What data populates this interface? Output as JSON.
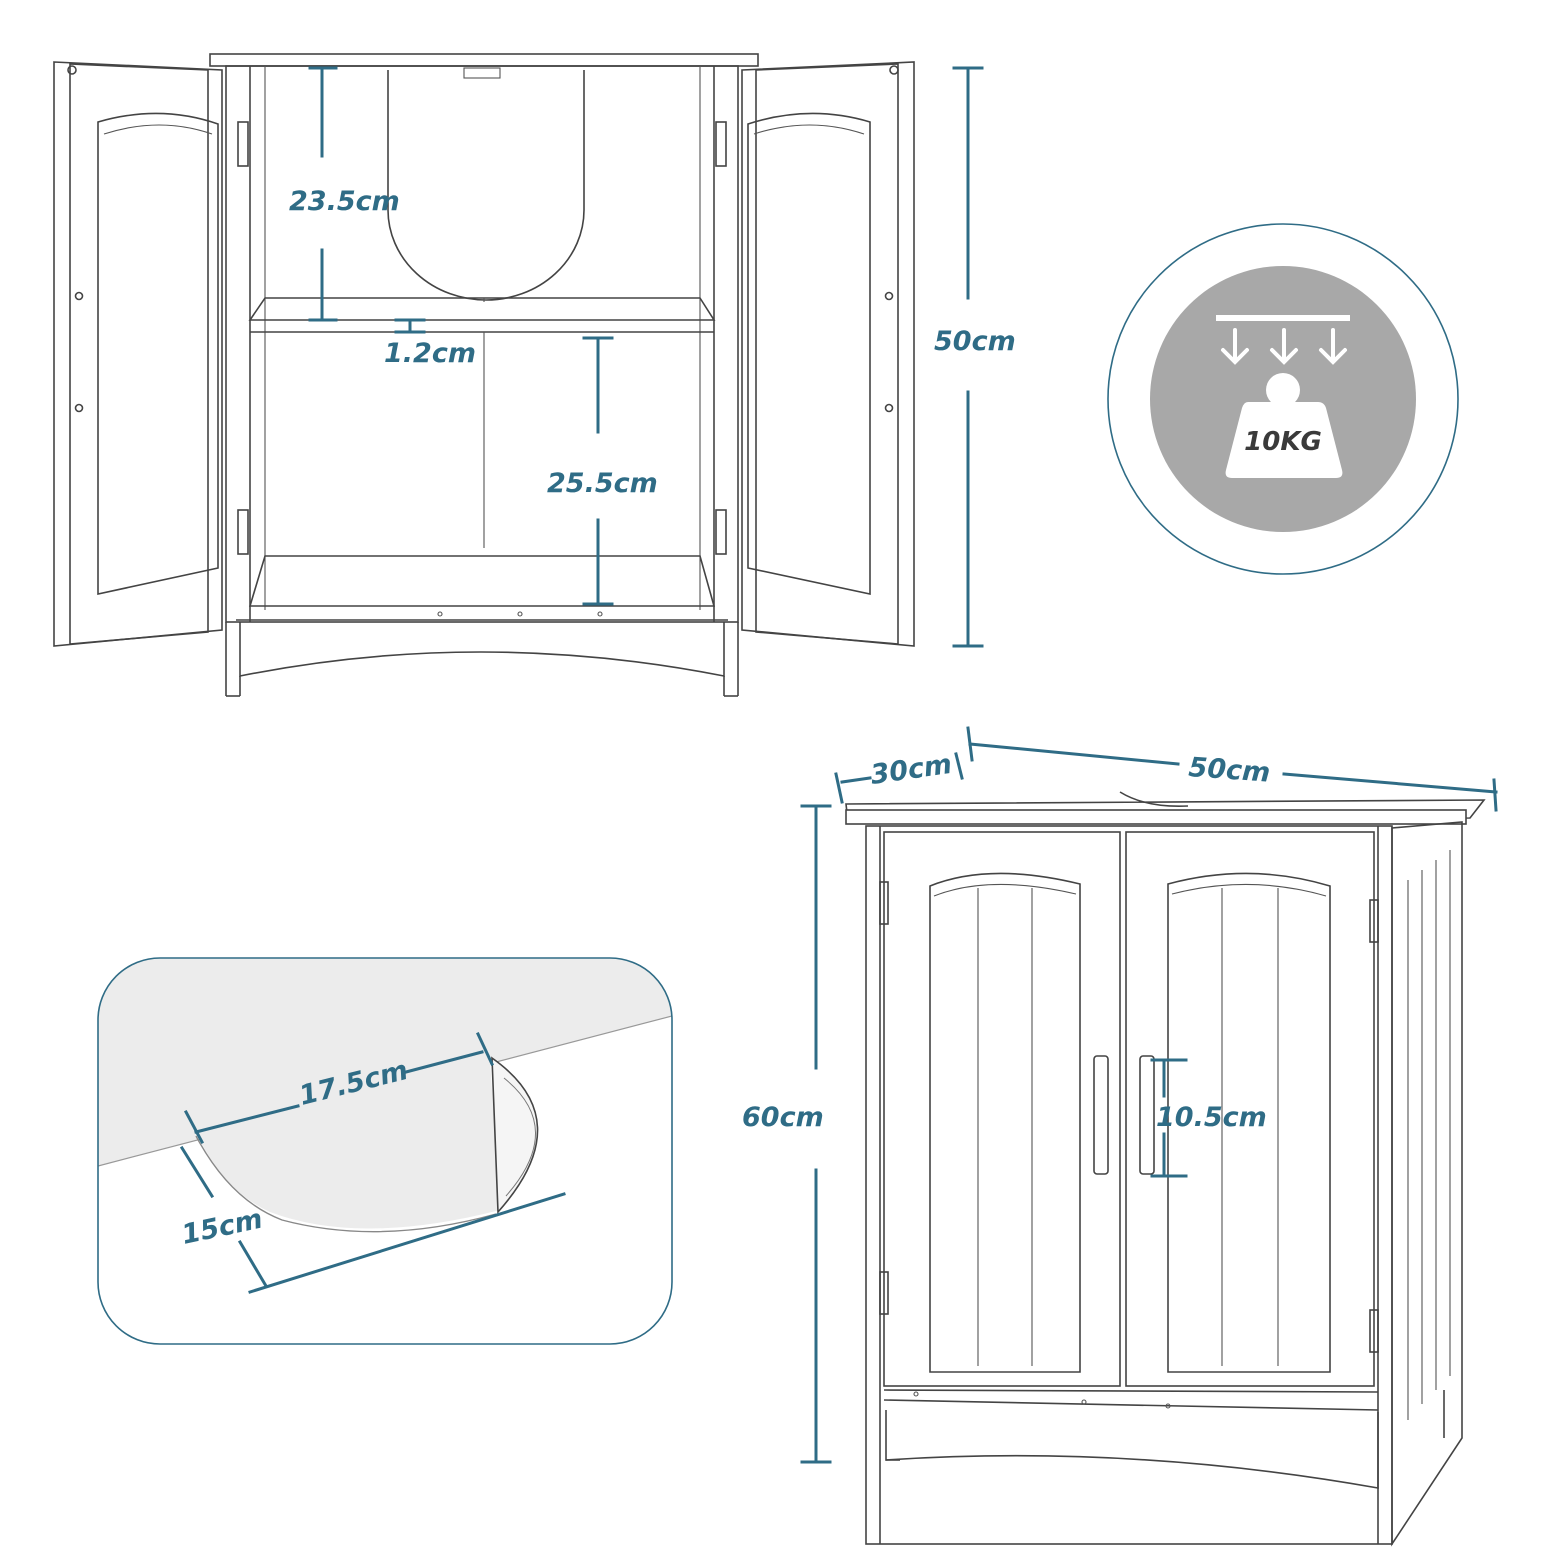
{
  "colors": {
    "dimension": "#2f6c86",
    "outline": "#444444",
    "badge_fill": "#a8a8a8",
    "badge_ring": "#2f6c86",
    "weight_text": "#3a3a3a"
  },
  "open_view": {
    "shelf_gap_top": "23.5cm",
    "shelf_thickness": "1.2cm",
    "shelf_gap_bottom": "25.5cm",
    "inner_height": "50cm"
  },
  "load_badge": {
    "icon": "weight-load-icon",
    "label": "10KG"
  },
  "cutout_detail": {
    "width": "17.5cm",
    "depth": "15cm"
  },
  "front_view": {
    "depth": "30cm",
    "width": "50cm",
    "height": "60cm",
    "handle_length": "10.5cm"
  }
}
